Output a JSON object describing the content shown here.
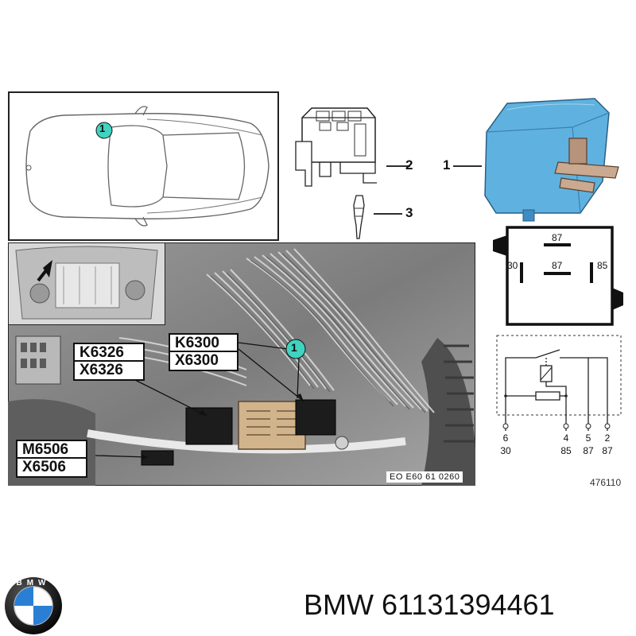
{
  "callouts": {
    "part1": "1",
    "part2": "2",
    "part3": "3",
    "car_marker": "1",
    "photo_marker": "1"
  },
  "relay_labels": {
    "t87_top": "87",
    "t30": "30",
    "t87_mid": "87",
    "t85": "85"
  },
  "photo_labels": {
    "k6326": "K6326",
    "x6326": "X6326",
    "k6300": "K6300",
    "x6300": "X6300",
    "m6506": "M6506",
    "x6506": "X6506",
    "photo_code": "EO E60 61 0260"
  },
  "schematic": {
    "pins": [
      {
        "num": "6",
        "term": "30"
      },
      {
        "num": "4",
        "term": "85"
      },
      {
        "num": "5",
        "term": "87"
      },
      {
        "num": "2",
        "term": "87"
      }
    ]
  },
  "reference_number": "476110",
  "brand": {
    "name": "BMW",
    "part_number": "61131394461",
    "logo_letters": "BMW"
  },
  "colors": {
    "relay_blue": "#5fb2e0",
    "marker_teal": "#3fd3c0",
    "photo_gray": "#8a8a8a"
  }
}
